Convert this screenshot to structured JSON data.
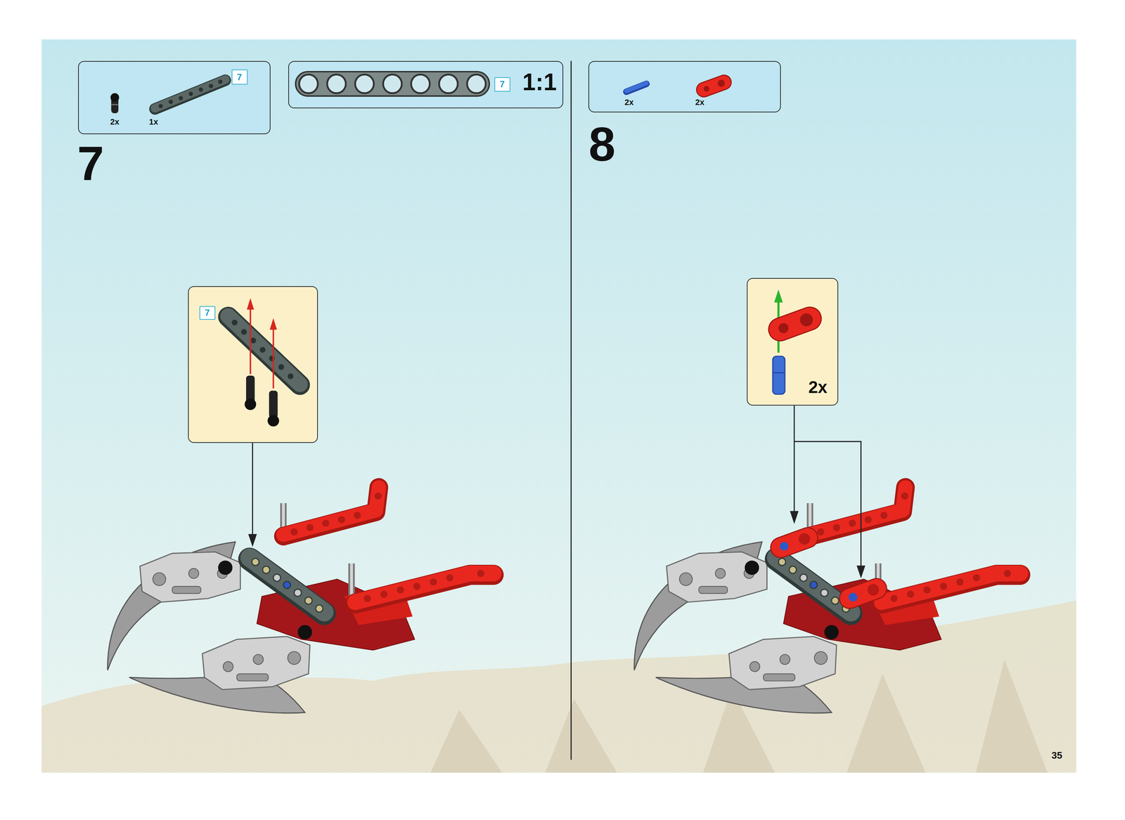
{
  "diagram": {
    "nodes": [
      {
        "text": [
          "2x",
          "1x"
        ]
      },
      {
        "text": [
          "7"
        ],
        "in": 0
      },
      {
        "text": [
          "1:1"
        ]
      },
      {
        "text": [
          "7"
        ],
        "in": 2
      },
      {
        "text": []
      },
      {
        "text": [
          "7"
        ],
        "in": 4
      },
      {
        "text": [
          "2x",
          "2x"
        ]
      },
      {
        "text": [
          "2x"
        ]
      }
    ],
    "labels": [
      "7",
      "8",
      "35"
    ]
  }
}
